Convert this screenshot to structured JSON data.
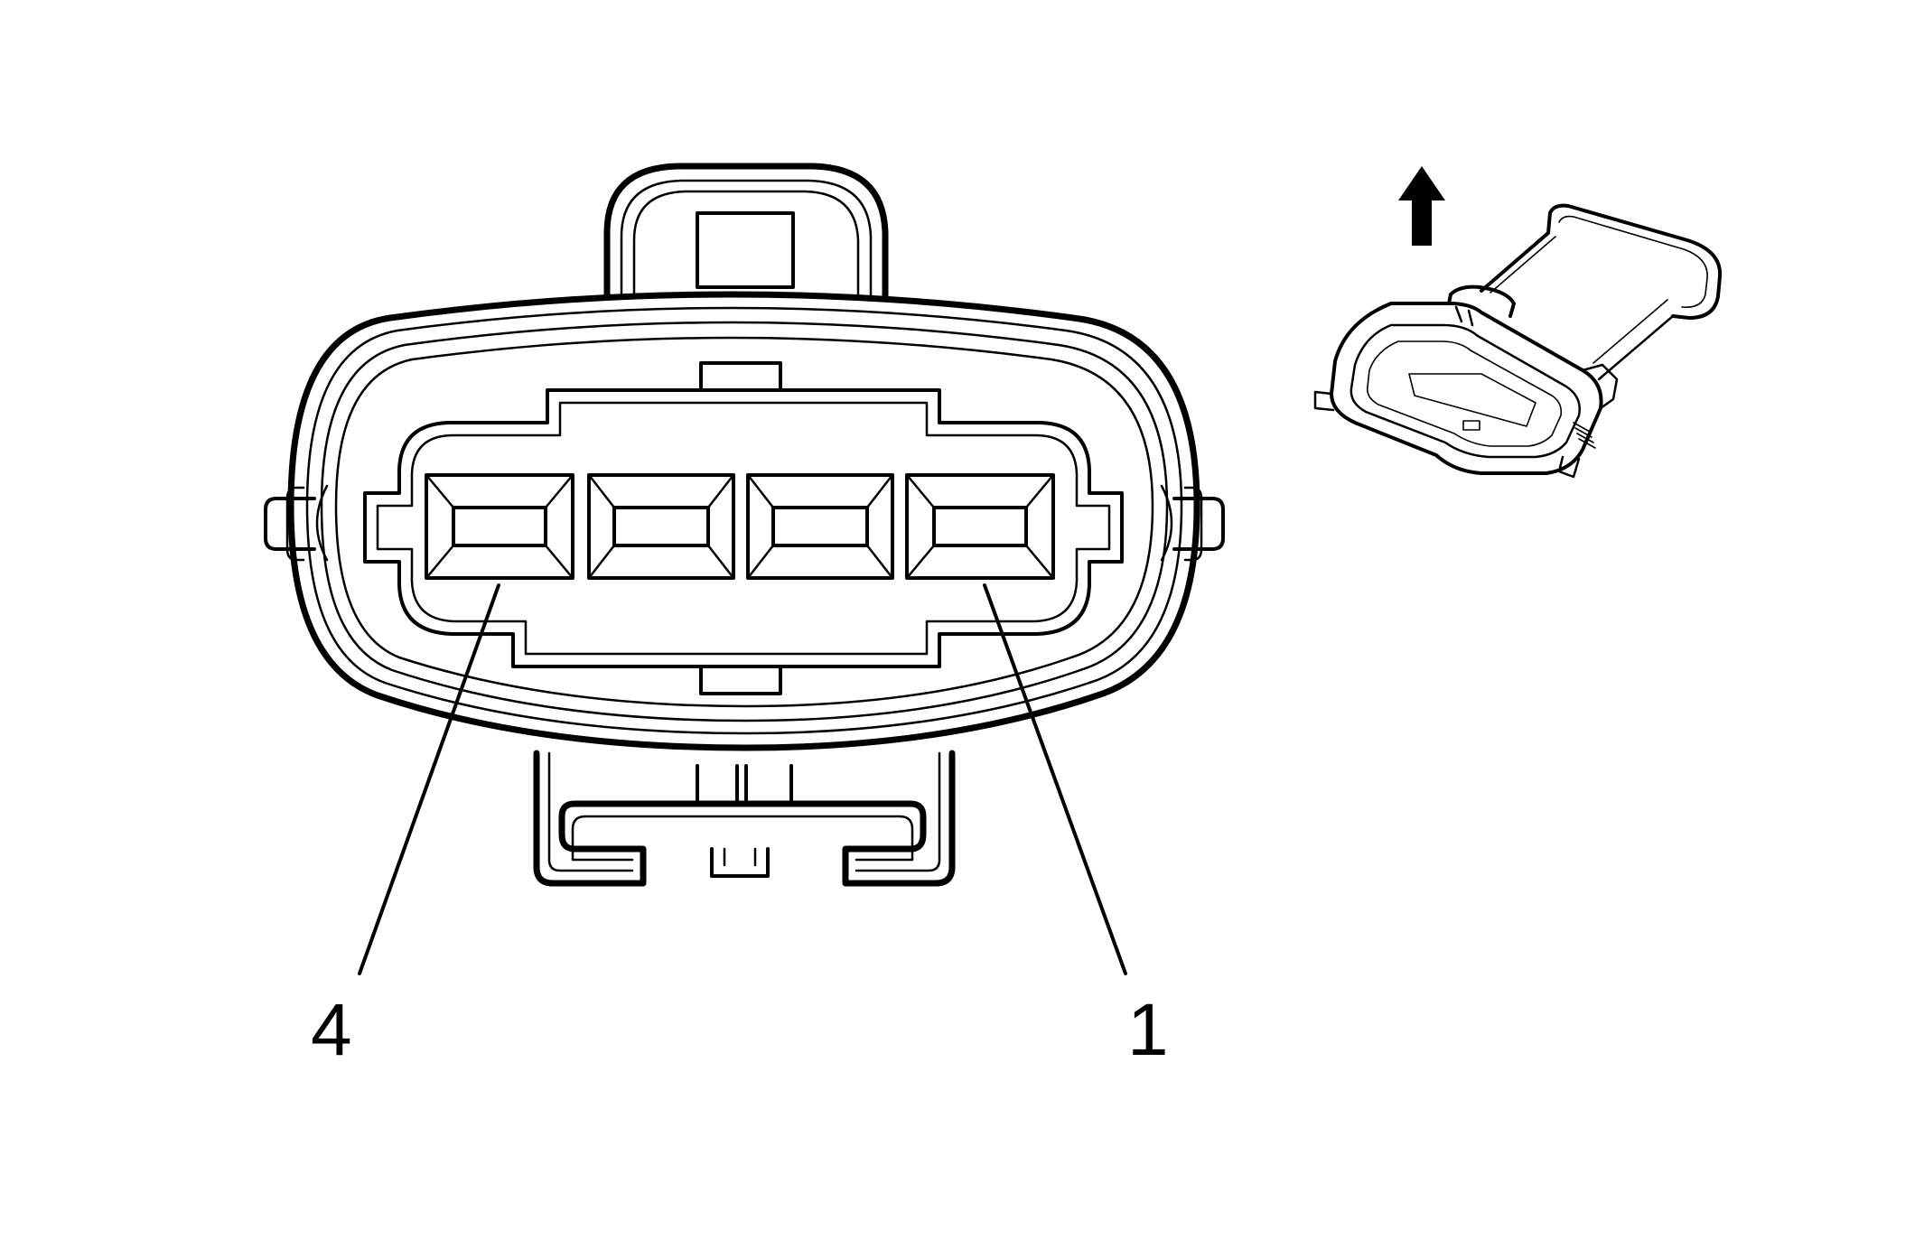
{
  "diagram": {
    "callouts": [
      {
        "id": "pin-4",
        "label": "4"
      },
      {
        "id": "pin-1",
        "label": "1"
      }
    ],
    "icons": {
      "direction_arrow": "up-arrow-icon",
      "connector_view": "connector-perspective-icon"
    },
    "colors": {
      "line": "#000000",
      "background": "#ffffff"
    }
  }
}
